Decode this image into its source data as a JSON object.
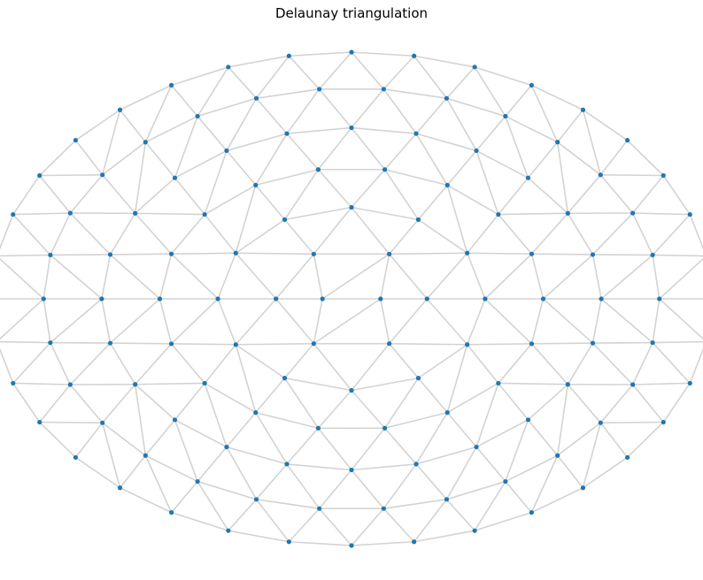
{
  "title": "Delaunay triangulation",
  "colors": {
    "edge": "#d3d3d3",
    "node": "#1f77b4",
    "background": "#ffffff"
  },
  "chart_data": {
    "type": "scatter",
    "title": "Delaunay triangulation",
    "xlabel": "",
    "ylabel": "",
    "axis_visible": false,
    "grid": false,
    "xlim": [
      -9.0,
      9.0
    ],
    "ylim": [
      -6.2,
      6.2
    ],
    "radii": [
      0.5,
      1.3,
      2.3,
      3.3,
      4.3,
      5.3,
      6.2
    ],
    "ring_point_counts": [
      2,
      6,
      12,
      18,
      24,
      30,
      36
    ],
    "x_scale_factor": 1.458,
    "edges": "delaunay"
  }
}
